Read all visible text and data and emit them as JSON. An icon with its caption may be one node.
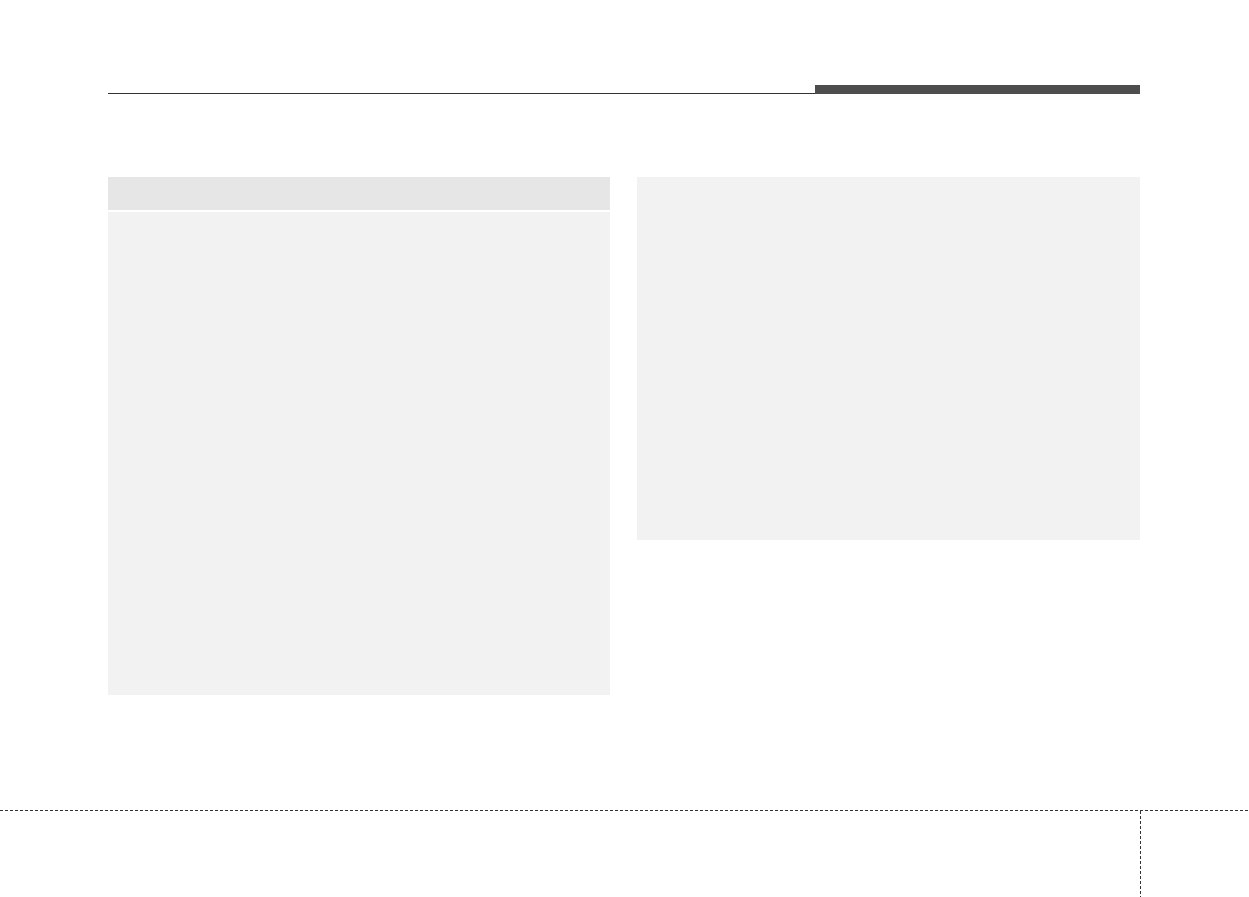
{
  "diagram": {
    "nodes": [
      {
        "text": [],
        "shape": "bar"
      },
      {
        "text": [],
        "shape": "box"
      },
      {
        "text": [],
        "shape": "box"
      }
    ]
  }
}
